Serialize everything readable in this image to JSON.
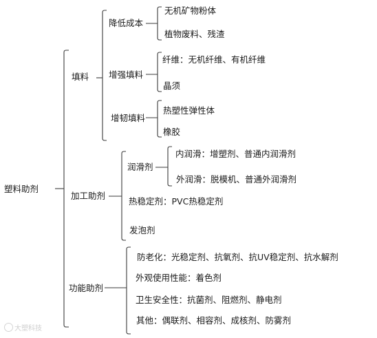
{
  "root": "塑料助剂",
  "groups": [
    {
      "label": "填料",
      "children": [
        {
          "label": "降低成本",
          "items": [
            "无机矿物粉体",
            "植物废料、残渣"
          ]
        },
        {
          "label": "增强填料",
          "items": [
            "纤维：无机纤维、有机纤维",
            "晶须"
          ]
        },
        {
          "label": "增韧填料",
          "items": [
            "热塑性弹性体",
            "橡胶"
          ]
        }
      ]
    },
    {
      "label": "加工助剂",
      "children": [
        {
          "label": "润滑剂",
          "items": [
            "内润滑：增塑剂、普通内润滑剂",
            "外润滑：脱模机、普通外润滑剂"
          ]
        }
      ],
      "items": [
        "热稳定剂：PVC热稳定剂",
        "发泡剂"
      ]
    },
    {
      "label": "功能助剂",
      "items": [
        "防老化：光稳定剂、抗氧剂、抗UV稳定剂、抗水解剂",
        "外观使用性能：着色剂",
        "卫生安全性：抗菌剂、阻燃剂、静电剂",
        "其他：偶联剂、相容剂、成核剂、防雾剂"
      ]
    }
  ],
  "watermark": "大塑科技",
  "colors": {
    "line": "#3a3a3a",
    "text": "#1a1a1a",
    "watermark": "#cfcfcf"
  }
}
